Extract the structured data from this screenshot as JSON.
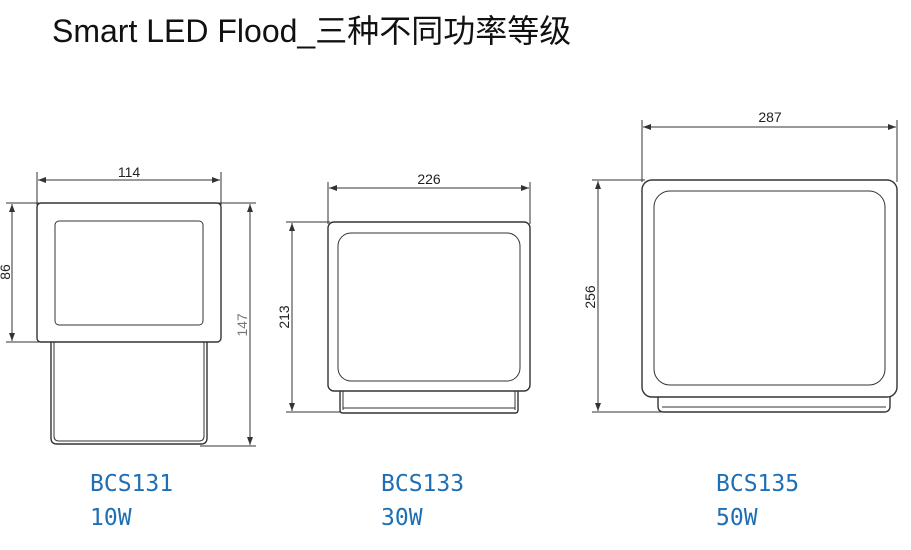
{
  "title": "Smart LED Flood_三种不同功率等级",
  "products": [
    {
      "model": "BCS131",
      "power": "10W",
      "dims": {
        "width": "114",
        "height": "86",
        "total_height": "147"
      }
    },
    {
      "model": "BCS133",
      "power": "30W",
      "dims": {
        "width": "226",
        "height": "213"
      }
    },
    {
      "model": "BCS135",
      "power": "50W",
      "dims": {
        "width": "287",
        "height": "256"
      }
    }
  ],
  "colors": {
    "label": "#1e6fb5",
    "line": "#333333"
  }
}
